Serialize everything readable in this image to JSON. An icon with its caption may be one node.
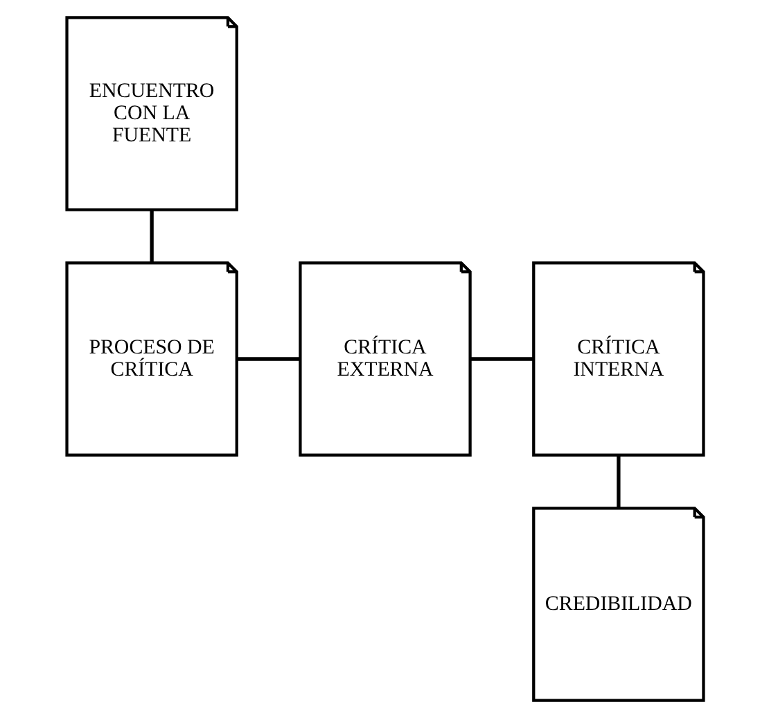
{
  "diagram": {
    "nodes": [
      {
        "text": [
          "ENCUENTRO CON LA FUENTE"
        ]
      },
      {
        "text": [
          "PROCESO DE CRÍTICA"
        ]
      },
      {
        "text": [
          "CRÍTICA EXTERNA"
        ]
      },
      {
        "text": [
          "CRÍTICA INTERNA"
        ]
      },
      {
        "text": [
          "CREDIBILIDAD"
        ]
      }
    ],
    "edges": [
      {
        "from": 0,
        "to": 1,
        "arrow": "none"
      },
      {
        "from": 1,
        "to": 2,
        "arrow": "none"
      },
      {
        "from": 2,
        "to": 3,
        "arrow": "none"
      },
      {
        "from": 3,
        "to": 4,
        "arrow": "none"
      }
    ]
  }
}
